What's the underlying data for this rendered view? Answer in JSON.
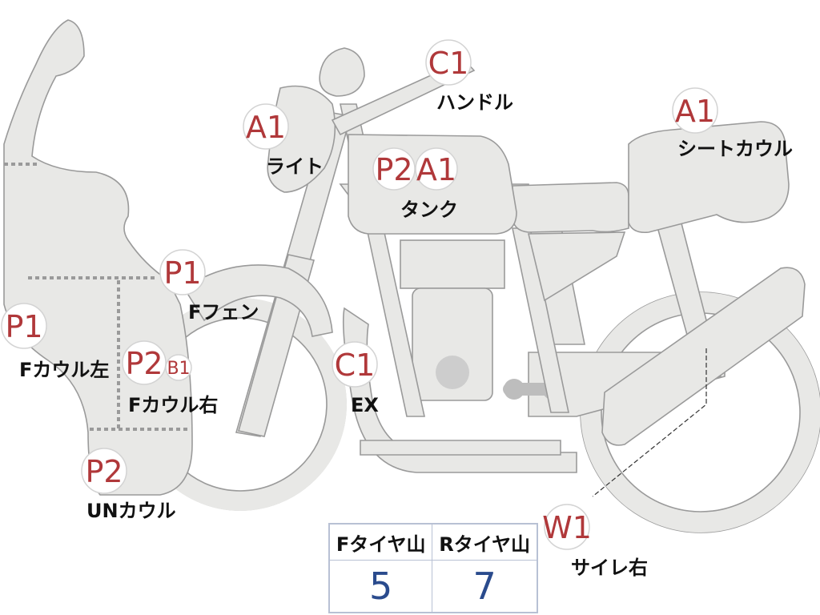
{
  "colors": {
    "code_red": "#b0383a",
    "part_fill": "#e8e8e6",
    "part_stroke": "#9a9a9a",
    "table_border": "#b8c1d4",
    "tread_value": "#2a4b8d"
  },
  "markers": [
    {
      "id": "handle",
      "code": "C1",
      "label": "ハンドル"
    },
    {
      "id": "light",
      "code": "A1",
      "label": "ライト"
    },
    {
      "id": "tank",
      "codes": [
        "P2",
        "A1"
      ],
      "label": "タンク"
    },
    {
      "id": "seat-cowl",
      "code": "A1",
      "label": "シートカウル"
    },
    {
      "id": "f-fender",
      "code": "P1",
      "label": "Fフェン"
    },
    {
      "id": "f-cowl-left",
      "code": "P1",
      "label": "Fカウル左"
    },
    {
      "id": "f-cowl-right",
      "codes": [
        "P2",
        "B1"
      ],
      "label": "Fカウル右"
    },
    {
      "id": "exhaust",
      "code": "C1",
      "label": "EX"
    },
    {
      "id": "under-cowl",
      "code": "P2",
      "label": "UNカウル"
    },
    {
      "id": "muffler-right",
      "code": "W1",
      "label": "サイレ右"
    }
  ],
  "tread_table": {
    "headers": [
      "Fタイヤ山",
      "Rタイヤ山"
    ],
    "values": [
      "5",
      "7"
    ]
  }
}
